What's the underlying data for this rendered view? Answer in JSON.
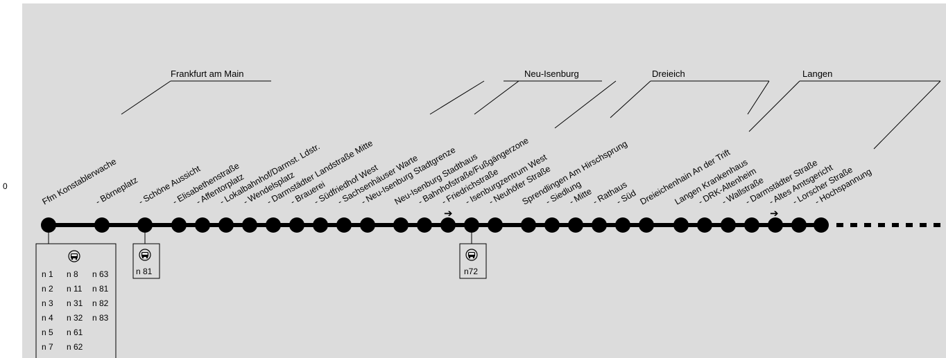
{
  "y_axis_label": "0",
  "regions": [
    {
      "name": "Frankfurt am Main"
    },
    {
      "name": "Neu-Isenburg"
    },
    {
      "name": "Dreieich"
    },
    {
      "name": "Langen"
    }
  ],
  "stops": [
    {
      "label": "Ffm Konstablerwache"
    },
    {
      "label": "- Börneplatz"
    },
    {
      "label": "- Schöne Aussicht"
    },
    {
      "label": "- Elisabethenstraße"
    },
    {
      "label": "- Affentorplatz"
    },
    {
      "label": "- Lokalbahnhof/Darmst. Ldstr."
    },
    {
      "label": "- Wendelsplatz"
    },
    {
      "label": "- Darmstädter Landstraße Mitte"
    },
    {
      "label": "- Brauerei"
    },
    {
      "label": "- Südfriedhof West"
    },
    {
      "label": "- Sachsenhäuser Warte"
    },
    {
      "label": "- Neu-Isenburg Stadtgrenze"
    },
    {
      "label": "Neu-Isenburg Stadthaus"
    },
    {
      "label": "- Bahnhofstraße/Fußgängerzone"
    },
    {
      "label": "- Friedrichstraße"
    },
    {
      "label": "- Isenburgzentrum West"
    },
    {
      "label": "- Neuhöfer Straße"
    },
    {
      "label": "Sprendlingen Am Hirschsprung"
    },
    {
      "label": "- Siedlung"
    },
    {
      "label": "- Mitte"
    },
    {
      "label": "- Rathaus"
    },
    {
      "label": "- Süd"
    },
    {
      "label": "Dreieichenhain An der Trift"
    },
    {
      "label": "Langen Krankenhaus"
    },
    {
      "label": "- DRK-Altenheim"
    },
    {
      "label": "- Wallstraße"
    },
    {
      "label": "- Darmstädter Straße"
    },
    {
      "label": "- Altes Amtsgericht"
    },
    {
      "label": "- Lorscher Straße"
    },
    {
      "label": "- Hochspannung"
    }
  ],
  "transfers": [
    {
      "stop": "Ffm Konstablerwache",
      "icon": "bus-icon",
      "lines": [
        "n 1",
        "n 8",
        "n 63",
        "n 2",
        "n 11",
        "n 81",
        "n 3",
        "n 31",
        "n 82",
        "n 4",
        "n 32",
        "n 83",
        "n 5",
        "n 61",
        "",
        "n 7",
        "n 62",
        ""
      ]
    },
    {
      "stop": "Schöne Aussicht",
      "icon": "bus-icon",
      "lines": [
        "n 81"
      ]
    },
    {
      "stop": "Isenburgzentrum West",
      "icon": "bus-icon",
      "lines": [
        "n72"
      ]
    }
  ],
  "direction_markers": [
    {
      "icon": "right-arrow-icon",
      "glyph": "➔"
    },
    {
      "icon": "right-arrow-icon",
      "glyph": "➔"
    }
  ]
}
